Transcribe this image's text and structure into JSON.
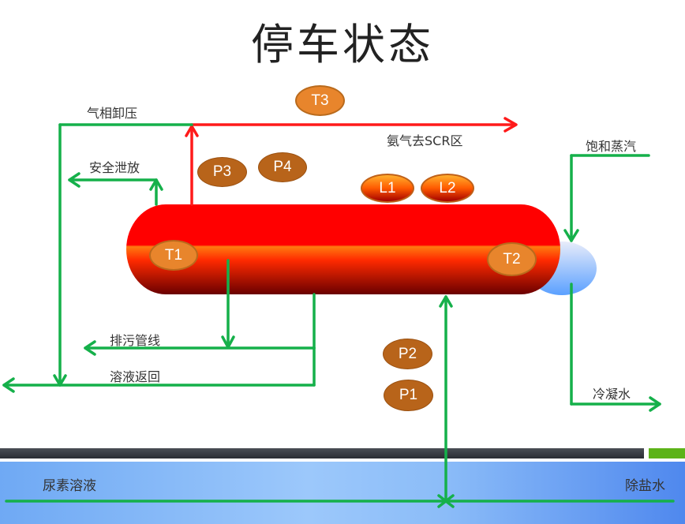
{
  "title": "停车状态",
  "labels": {
    "gas_unload": "气相卸压",
    "safety_vent": "安全泄放",
    "ammonia_to_scr": "氨气去SCR区",
    "saturated_steam": "饱和蒸汽",
    "blowdown_line": "排污管线",
    "solution_return": "溶液返回",
    "condensate": "冷凝水",
    "urea_solution": "尿素溶液",
    "demineralized_water": "除盐水"
  },
  "instruments": {
    "T1": "T1",
    "T2": "T2",
    "T3": "T3",
    "P1": "P1",
    "P2": "P2",
    "P3": "P3",
    "P4": "P4",
    "L1": "L1",
    "L2": "L2"
  },
  "colors": {
    "pipe_green": "#15b04a",
    "pipe_red": "#ff1a1a",
    "tank_red": "#ff0000",
    "accent_green": "#5cb318"
  }
}
